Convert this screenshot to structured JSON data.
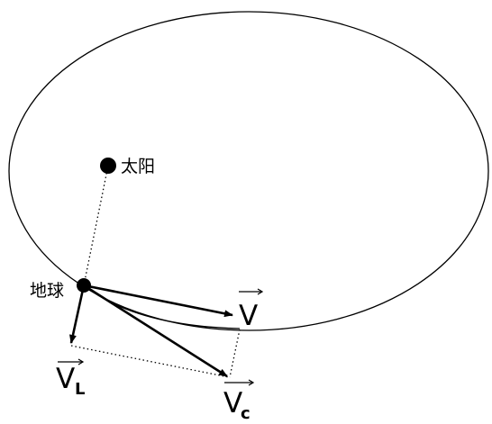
{
  "labels": {
    "sun": "太阳",
    "earth": "地球",
    "v_letter": "V",
    "vl_letter": "V",
    "vl_subscript": "L",
    "vc_letter": "V",
    "vc_subscript": "c"
  },
  "colors": {
    "ink": "#000000",
    "background": "#ffffff"
  }
}
